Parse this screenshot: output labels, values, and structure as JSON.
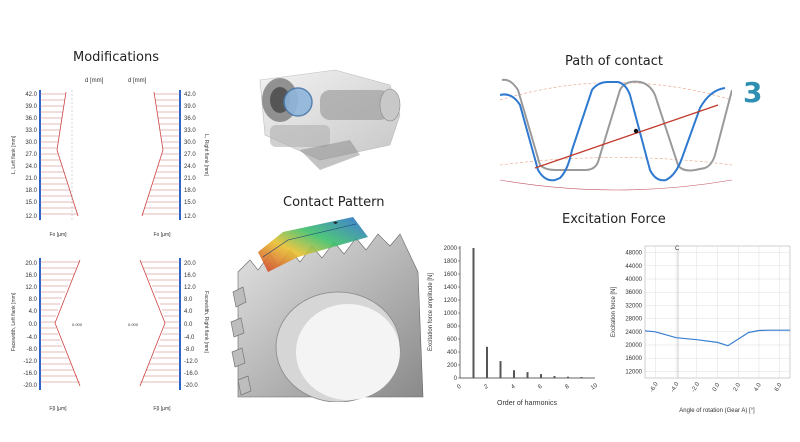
{
  "titles": {
    "modifications": "Modifications",
    "path_of_contact": "Path of contact",
    "contact_pattern": "Contact Pattern",
    "excitation_force": "Excitation Force",
    "step_number": "3"
  },
  "modifications": {
    "top_left": {
      "ylabel": "L, Left flank [mm]",
      "xlabel": "Fo [µm]",
      "header": "d [mm]",
      "ticks": [
        "42.0",
        "39.0",
        "36.0",
        "33.0",
        "30.0",
        "27.0",
        "24.0",
        "21.0",
        "18.0",
        "15.0",
        "12.0"
      ]
    },
    "top_right": {
      "ylabel": "L, Right flank [mm]",
      "xlabel": "Fo [µm]",
      "header": "d [mm]",
      "ticks": [
        "42.0",
        "39.0",
        "36.0",
        "33.0",
        "30.0",
        "27.0",
        "24.0",
        "21.0",
        "18.0",
        "15.0",
        "12.0"
      ]
    },
    "bottom_left": {
      "ylabel": "Facewidth, Left flank [mm]",
      "xlabel": "Fβ [µm]",
      "ticks": [
        "20.0",
        "16.0",
        "12.0",
        "8.0",
        "4.0",
        "0.0",
        "-4.0",
        "-8.0",
        "-12.0",
        "-16.0",
        "-20.0"
      ],
      "center_value": "0.000"
    },
    "bottom_right": {
      "ylabel": "Facewidth, Right flank [mm]",
      "xlabel": "Fβ [µm]",
      "ticks": [
        "20.0",
        "16.0",
        "12.0",
        "8.0",
        "4.0",
        "0.0",
        "-4.0",
        "-8.0",
        "-12.0",
        "-16.0",
        "-20.0"
      ],
      "center_value": "0.000"
    }
  },
  "chart_data": [
    {
      "type": "bar",
      "xlabel": "Order of harmonics",
      "ylabel": "Excitation force amplitude [N]",
      "x": [
        1,
        2,
        3,
        4,
        5,
        6,
        7,
        8,
        9
      ],
      "values": [
        2000,
        480,
        260,
        120,
        90,
        60,
        30,
        20,
        15
      ],
      "xticks": [
        "0",
        "2",
        "4",
        "6",
        "8",
        "10"
      ],
      "yticks": [
        "0",
        "200",
        "400",
        "600",
        "800",
        "1000",
        "1200",
        "1400",
        "1600",
        "1800",
        "2000"
      ],
      "xlim": [
        0,
        10
      ],
      "ylim": [
        0,
        2000
      ],
      "color": "#555555"
    },
    {
      "type": "line",
      "xlabel": "Angle of rotation (Gear A) [°]",
      "ylabel": "Excitation force [N]",
      "marker_label": "C",
      "x": [
        -7,
        -6,
        -4,
        -2,
        0,
        1,
        2,
        3,
        4,
        5,
        6,
        7
      ],
      "y": [
        24300,
        24000,
        22200,
        21600,
        20800,
        19800,
        21800,
        23800,
        24400,
        24500,
        24500,
        24500
      ],
      "xticks": [
        "-6.0",
        "-4.0",
        "-2.0",
        "0.0",
        "2.0",
        "4.0",
        "6.0"
      ],
      "yticks": [
        "12000",
        "16000",
        "20000",
        "24000",
        "28000",
        "32000",
        "36000",
        "40000",
        "44000",
        "48000"
      ],
      "xlim": [
        -7,
        7
      ],
      "ylim": [
        10000,
        50000
      ],
      "color": "#3a7fd0"
    }
  ]
}
